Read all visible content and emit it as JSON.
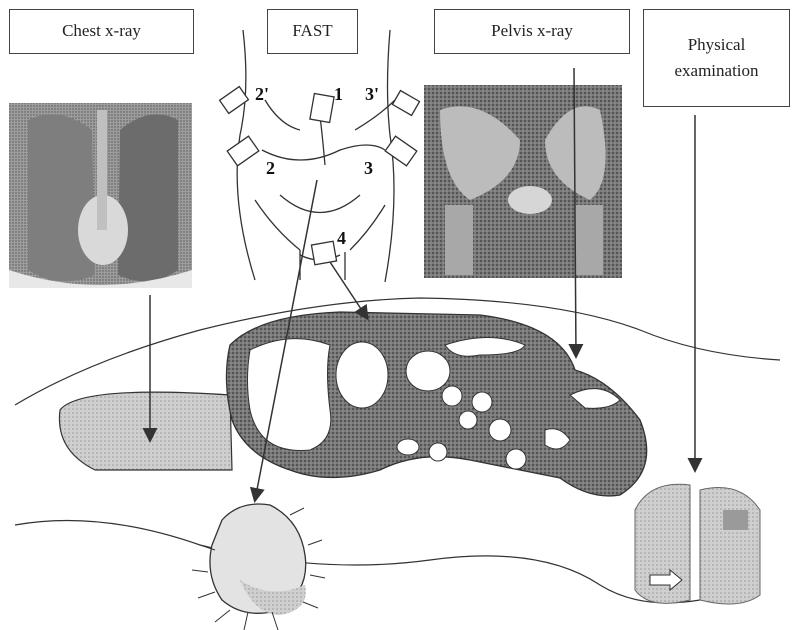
{
  "labels": {
    "chest": "Chest x-ray",
    "fast": "FAST",
    "pelvis": "Pelvis x-ray",
    "physical": "Physical\nexamination"
  },
  "probe_positions": [
    "1",
    "2",
    "2'",
    "3",
    "3'",
    "4"
  ],
  "colors": {
    "ink": "#222222",
    "stipple_dark": "#555555",
    "stipple_light": "#bdbdbd",
    "xray_dark": "#4a4a4a",
    "xray_light": "#c8c8c8"
  }
}
